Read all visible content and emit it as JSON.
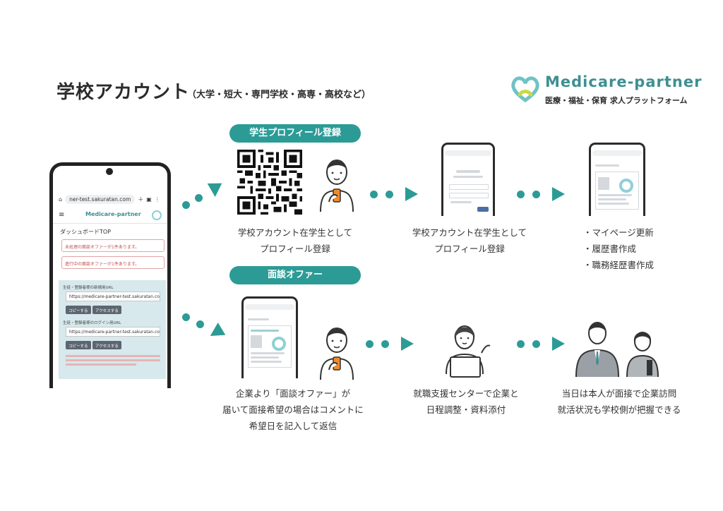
{
  "header": {
    "title": "学校アカウント",
    "subtitle": "（大学・短大・専門学校・高専・高校など）"
  },
  "logo": {
    "name": "Medicare-partner",
    "tagline": "医療・福祉・保育  求人プラットフォーム",
    "icon": "heart-link-logo-icon"
  },
  "sections": {
    "profile_pill": "学生プロフィール登録",
    "interview_pill": "面談オファー"
  },
  "captions": {
    "profile_1": [
      "学校アカウント在学生として",
      "プロフィール登録"
    ],
    "profile_2": [
      "学校アカウント在学生として",
      "プロフィール登録"
    ],
    "profile_3": [
      "・マイページ更新",
      "・履歴書作成",
      "・職務経歴書作成"
    ],
    "interview_1": [
      "企業より「面談オファー」が",
      "届いて面接希望の場合はコメントに",
      "希望日を記入して返信"
    ],
    "interview_2": [
      "就職支援センターで企業と",
      "日程調整・資料添付"
    ],
    "interview_3": [
      "当日は本人が面接で企業訪問",
      "就活状況も学校側が把握できる"
    ]
  },
  "phone": {
    "url": "ner-test.sakuratan.com",
    "logo": "Medicare-partner",
    "dashboard_title": "ダッシュボードTOP",
    "alerts": [
      "未処理の面談オファーが1件あります。",
      "進行中の面談オファーが1件あります。"
    ],
    "label_register": "生徒・登録者様の新規用URL",
    "url_register": "https://medicare-partner-test.sakuratan.com/a",
    "label_login": "生徒・登録者様のログイン用URL",
    "url_login": "https://medicare-partner-test.sakuratan.com/a",
    "copy_button": "コピーする",
    "access_button": "アクセスする"
  },
  "colors": {
    "accent": "#2c9b96",
    "title_text": "#2b2b2b",
    "logo_text": "#3f8f91"
  }
}
